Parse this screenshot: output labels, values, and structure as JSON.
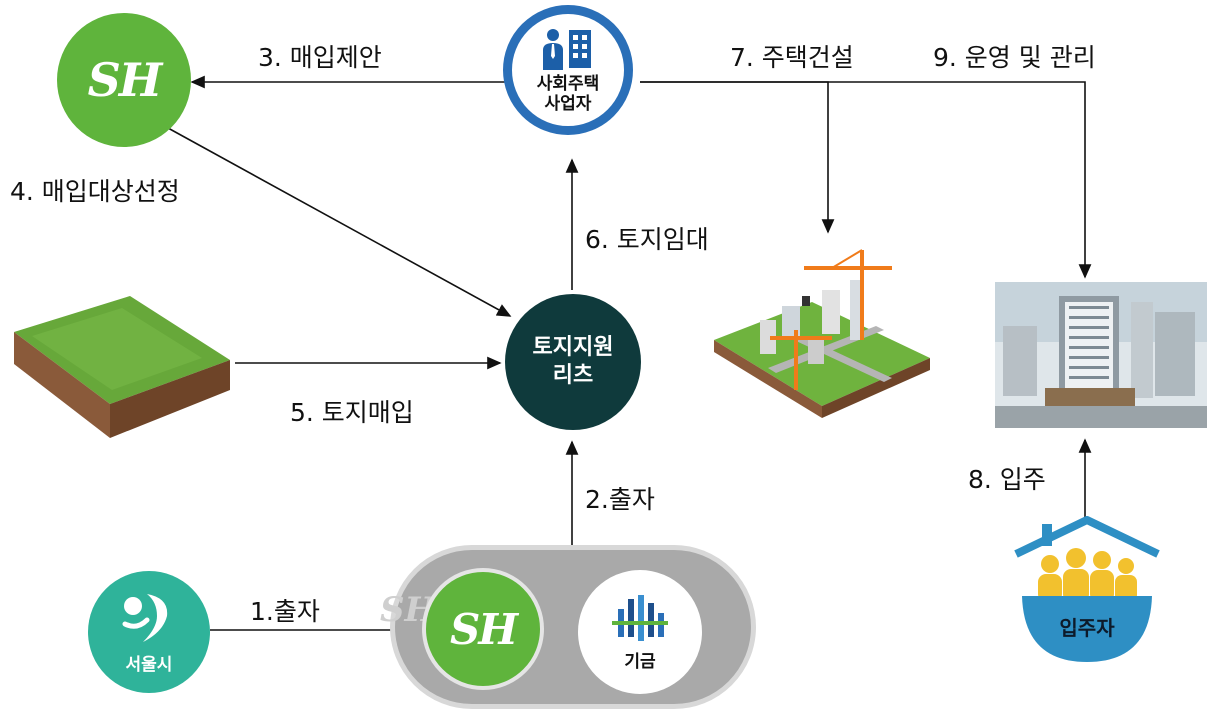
{
  "steps": {
    "s1": "1.출자",
    "s2": "2.출자",
    "s3": "3. 매입제안",
    "s4": "4. 매입대상선정",
    "s5": "5. 토지매입",
    "s6": "6. 토지임대",
    "s7": "7. 주택건설",
    "s8": "8. 입주",
    "s9": "9. 운영 및 관리"
  },
  "nodes": {
    "sh_logo": "SH",
    "sh_logo_small": "SH",
    "developer_line1": "사회주택",
    "developer_line2": "사업자",
    "reits_line1": "토지지원",
    "reits_line2": "리츠",
    "seoul": "서울시",
    "fund": "기금",
    "residents": "입주자"
  },
  "colors": {
    "sh_green": "#5fb43c",
    "developer_blue": "#2a6fb8",
    "reits_dark": "#0f3a3c",
    "seoul_teal": "#2fb39a",
    "pill_gray": "#a9a9a9",
    "resident_blue": "#2e8fc4",
    "resident_yellow": "#f2c12e"
  }
}
